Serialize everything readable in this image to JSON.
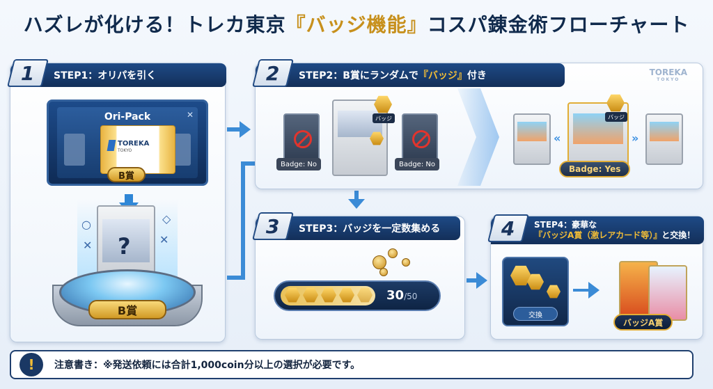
{
  "title": {
    "part1": "ハズレが化ける！トレカ東京",
    "highlight": "『バッジ機能』",
    "part2": "コスパ錬金術フローチャート"
  },
  "step1": {
    "num": "1",
    "label": "STEP1：オリパを引く",
    "screen_title": "Ori-Pack",
    "pack_brand": "TOREKA",
    "pack_sub": "TOKYO",
    "prize_tag": "B賞",
    "pedestal_tag": "B賞"
  },
  "step2": {
    "num": "2",
    "label_prefix": "STEP2：B賞にランダムで",
    "label_highlight": "『バッジ』",
    "label_suffix": "付き",
    "brand": "TOREKA",
    "brand_sub": "TOKYO",
    "no_badge_left": "Badge: No",
    "no_badge_right": "Badge: No",
    "badge_label": "バッジ",
    "badge_label_right": "バッジ",
    "yes_badge": "Badge: Yes"
  },
  "step3": {
    "num": "3",
    "label": "STEP3：バッジを一定数集める",
    "progress_current": "30",
    "progress_total": "/50"
  },
  "step4": {
    "num": "4",
    "label_line1": "STEP4：豪華な",
    "label_line2_highlight": "『バッジA賞（激レアカード等）』",
    "label_line2_suffix": "と交換！",
    "exchange_button": "交換",
    "prize_label": "バッジA賞"
  },
  "notice": {
    "icon": "!",
    "text": "注意書き：※発送依頼には合計1,000coin分以上の選択が必要です。"
  },
  "colors": {
    "navy": "#132f59",
    "gold": "#c7901c",
    "accent_blue": "#3b8bd6"
  }
}
